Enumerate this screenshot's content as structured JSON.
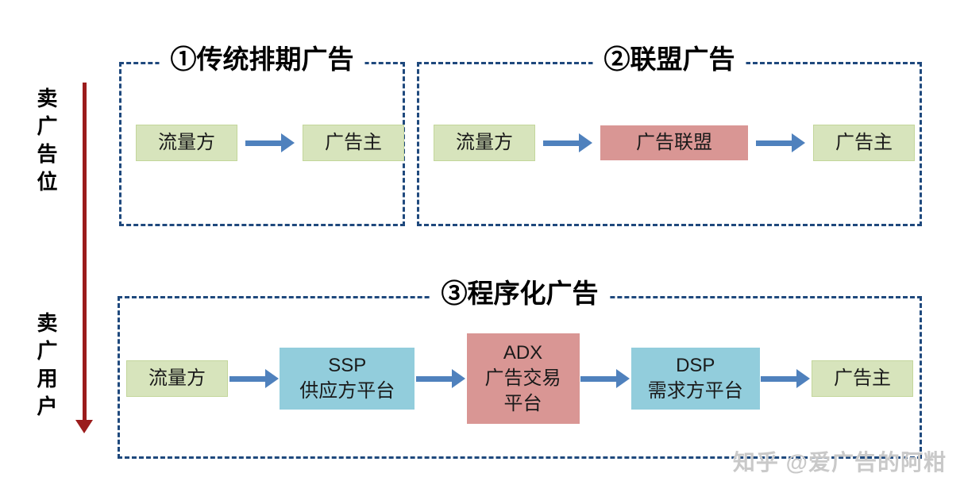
{
  "colors": {
    "green_bg": "#d7e4bc",
    "green_border": "#c3d69b",
    "red_bg": "#d99694",
    "blue_bg": "#92cddc",
    "arrow_blue": "#4f81bd",
    "dash_border": "#1f497d",
    "down_arrow": "#9b1c1c",
    "watermark": "#c9c9c9"
  },
  "left_rail": {
    "top_label": "卖广告位",
    "bottom_label": "卖广用户"
  },
  "sections": [
    {
      "id": "traditional",
      "title": "①传统排期广告",
      "nodes": [
        {
          "label": "流量方",
          "type": "green"
        },
        {
          "label": "广告主",
          "type": "green"
        }
      ]
    },
    {
      "id": "alliance",
      "title": "②联盟广告",
      "nodes": [
        {
          "label": "流量方",
          "type": "green"
        },
        {
          "label": "广告联盟",
          "type": "red"
        },
        {
          "label": "广告主",
          "type": "green"
        }
      ]
    },
    {
      "id": "programmatic",
      "title": "③程序化广告",
      "nodes": [
        {
          "label": "流量方",
          "type": "green"
        },
        {
          "label": "SSP\n供应方平台",
          "type": "blue"
        },
        {
          "label": "ADX\n广告交易\n平台",
          "type": "red"
        },
        {
          "label": "DSP\n需求方平台",
          "type": "blue"
        },
        {
          "label": "广告主",
          "type": "green"
        }
      ]
    }
  ],
  "watermark": "知乎 @爱广告的阿粓"
}
